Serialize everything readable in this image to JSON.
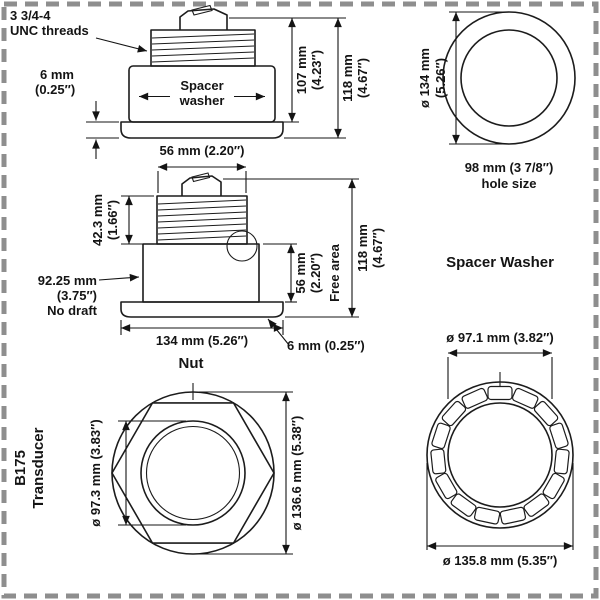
{
  "product": {
    "label_l1": "B175",
    "label_l2": "Transducer"
  },
  "top_view": {
    "threads_label_l1": "3 3/4-4",
    "threads_label_l2": "UNC threads",
    "dim_6mm_l1": "6 mm",
    "dim_6mm_l2": "(0.25″)",
    "spacer_l1": "Spacer",
    "spacer_l2": "washer",
    "dim_107_l1": "107 mm",
    "dim_107_l2": "(4.23″)",
    "dim_118_l1": "118 mm",
    "dim_118_l2": "(4.67″)",
    "dim_56": "56 mm (2.20″)"
  },
  "hole_view": {
    "dim_134_l1": "ø 134 mm",
    "dim_134_l2": "(5.26″)",
    "hole_size_l1": "98 mm (3 7/8″)",
    "hole_size_l2": "hole size"
  },
  "flush_view": {
    "dim_423_l1": "42.3 mm",
    "dim_423_l2": "(1.66″)",
    "dim_9225_l1": "92.25 mm",
    "dim_9225_l2": "(3.75″)",
    "dim_9225_l3": "No draft",
    "dim_56_l1": "56 mm",
    "dim_56_l2": "(2.20″)",
    "free_area": "Free area",
    "dim_118_l1": "118 mm",
    "dim_118_l2": "(4.67″)",
    "dim_134": "134 mm (5.26″)",
    "dim_6": "6 mm (0.25″)"
  },
  "spacer_washer": {
    "title": "Spacer Washer",
    "dim_inner": "ø 97.1 mm (3.82″)",
    "dim_outer": "ø 135.8 mm (5.35″)"
  },
  "nut": {
    "title": "Nut",
    "dim_inner": "ø 97.3 mm (3.83″)",
    "dim_outer": "ø 136.6 mm (5.38″)"
  }
}
